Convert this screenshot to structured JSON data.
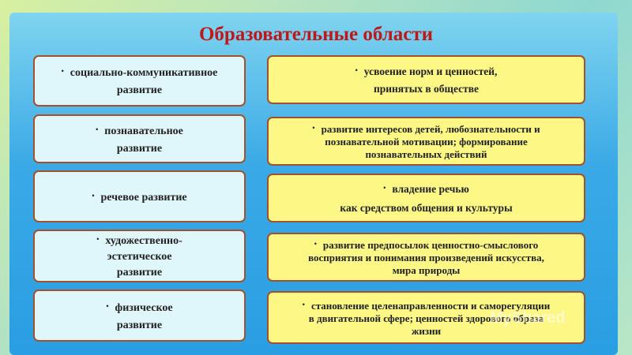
{
  "title": "Образовательные области",
  "areas": [
    {
      "lines": [
        "социально-коммуникативное",
        "развитие"
      ]
    },
    {
      "lines": [
        "познавательное",
        "развитие"
      ]
    },
    {
      "lines": [
        "речевое развитие"
      ]
    },
    {
      "lines": [
        "художественно-",
        "эстетическое",
        "развитие"
      ]
    },
    {
      "lines": [
        "физическое",
        "развитие"
      ]
    }
  ],
  "goals": [
    {
      "lines": [
        "усвоение норм и ценностей,",
        "принятых в обществе"
      ]
    },
    {
      "lines": [
        "развитие интересов детей, любознательности и",
        "познавательной мотивации; формирование",
        "познавательных действий"
      ]
    },
    {
      "lines": [
        "владение речью",
        "как средством общения и культуры"
      ]
    },
    {
      "lines": [
        "развитие предпосылок ценностно-смыслового",
        "восприятия и понимания произведений искусства,",
        "мира природы"
      ]
    },
    {
      "lines": [
        "становление целенаправленности и саморегуляции",
        "в двигательной сфере; ценностей здорового образа",
        "жизни"
      ]
    }
  ],
  "watermark": "MyShared",
  "colors": {
    "title": "#c01818",
    "left_box": "#dff6fa",
    "right_box": "#fdf785",
    "border": "#a0522d"
  }
}
